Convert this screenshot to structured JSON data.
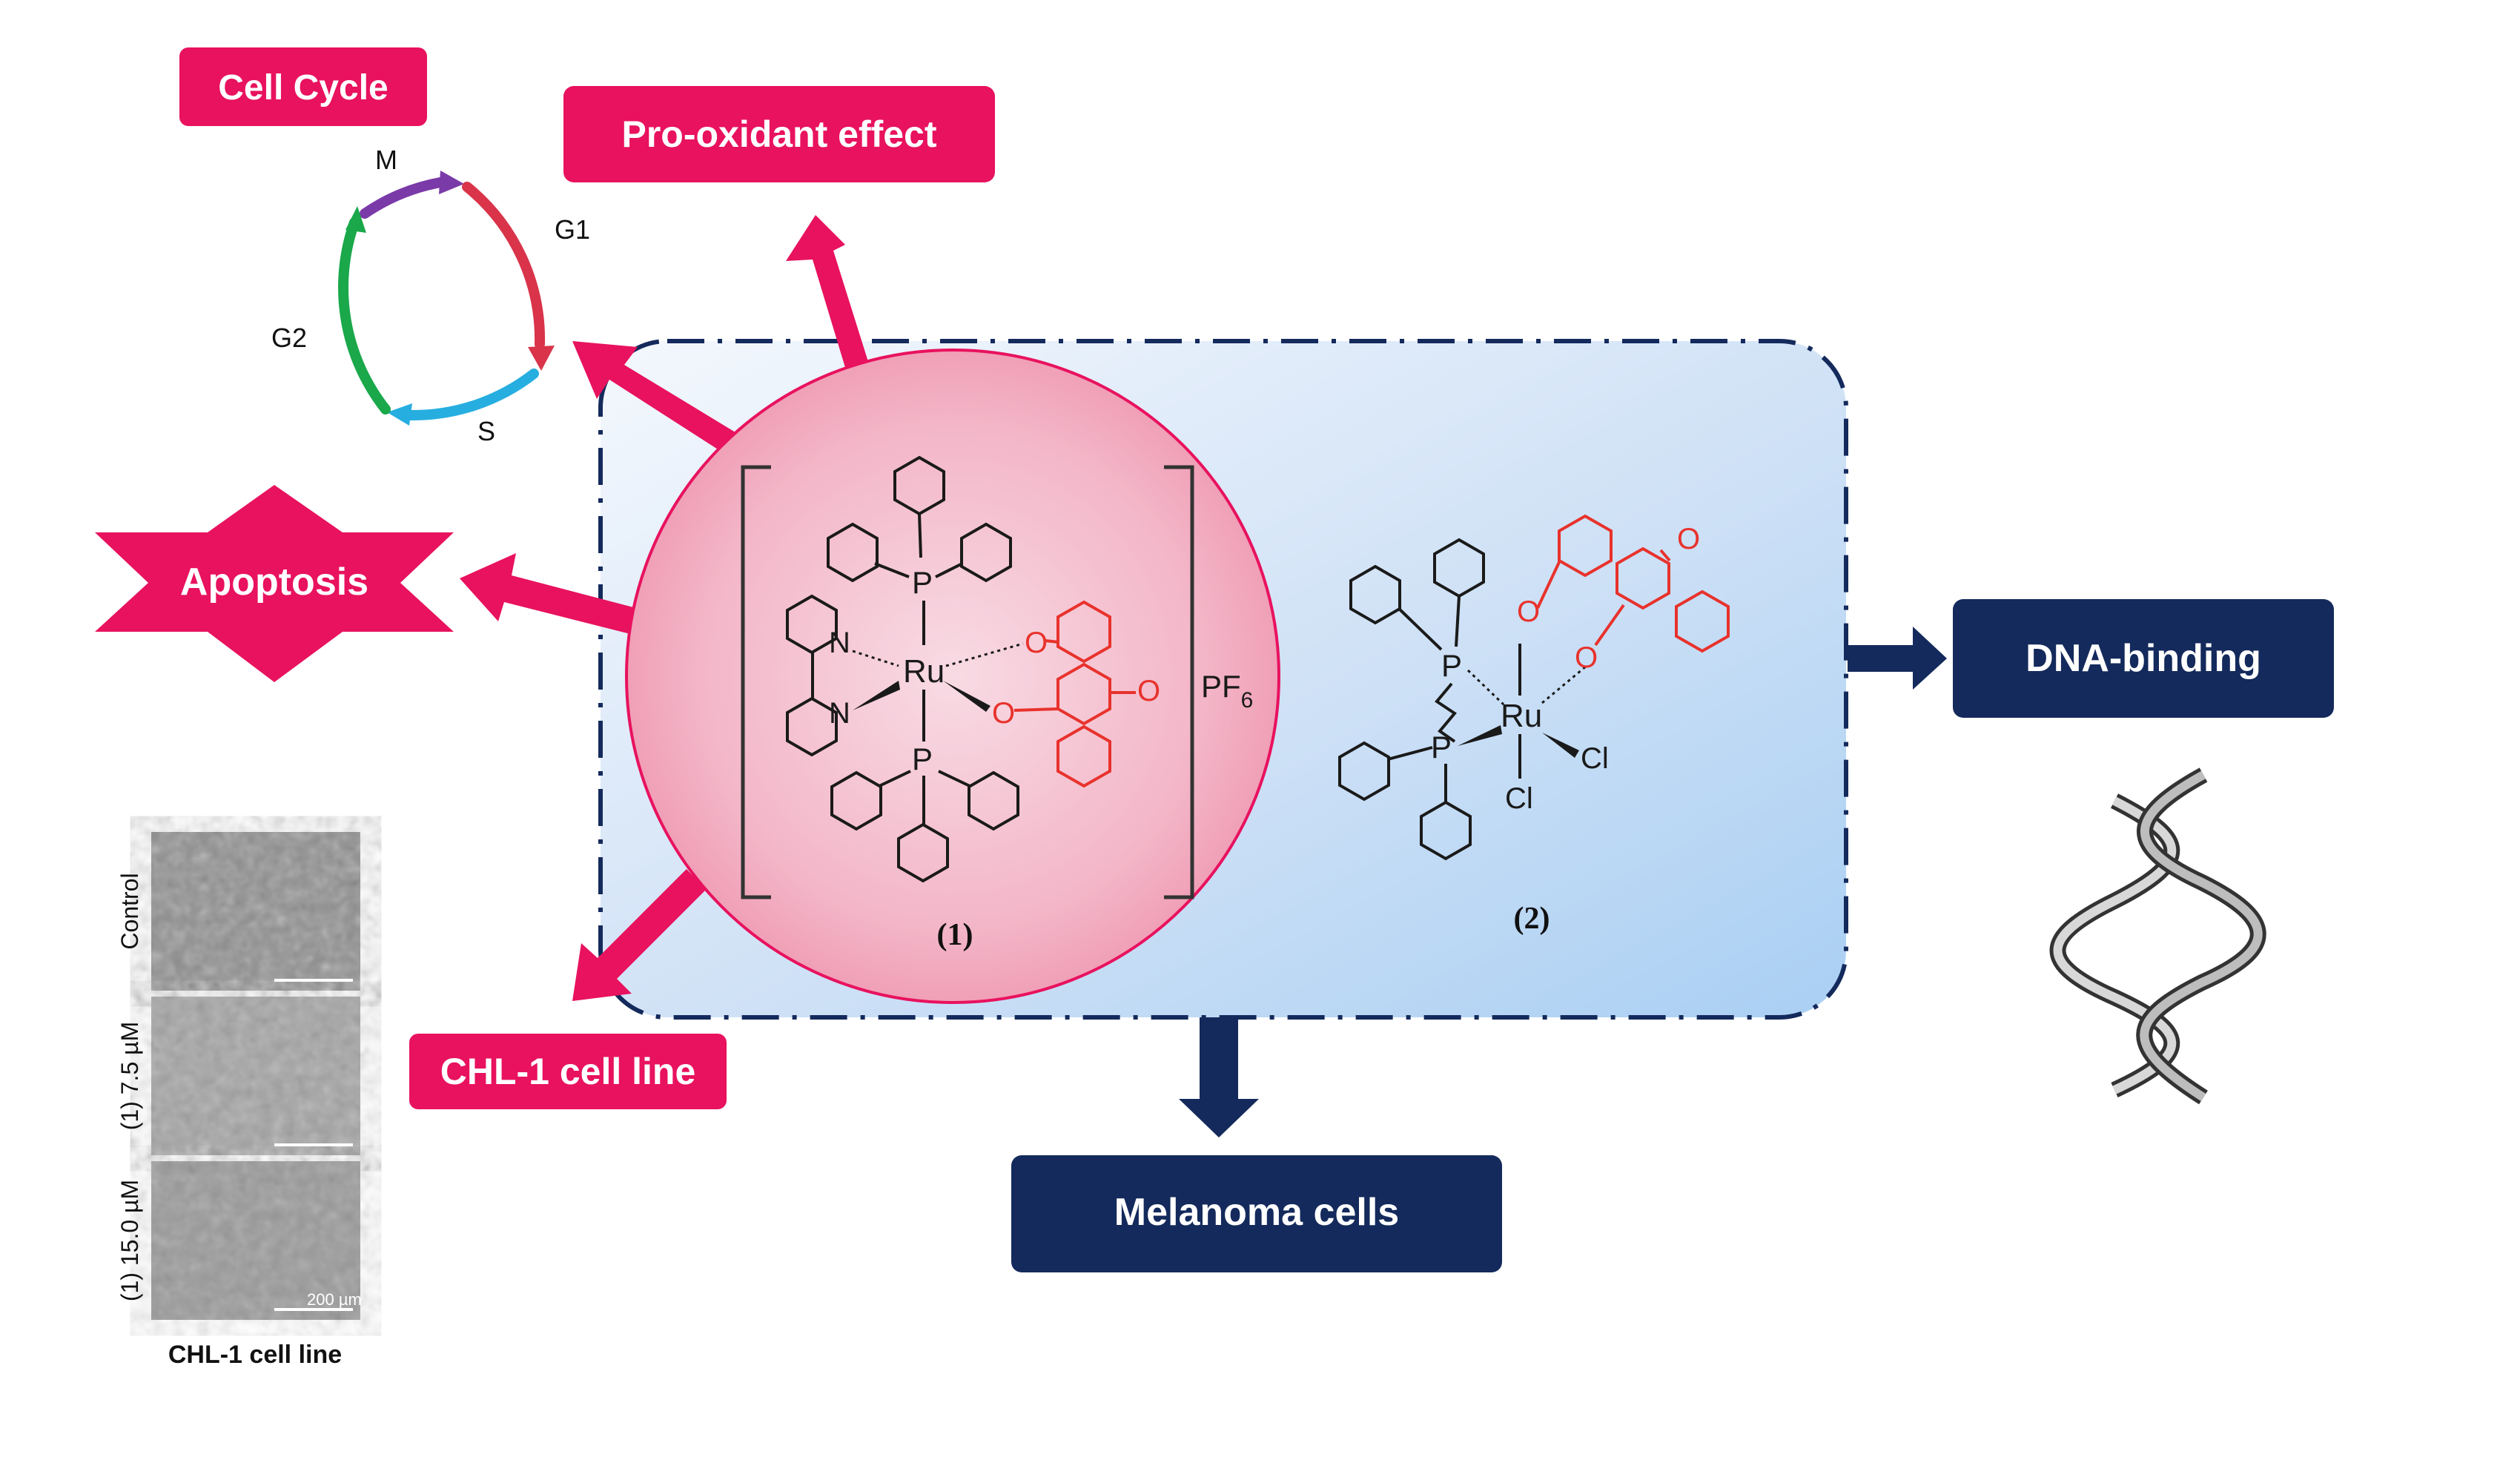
{
  "colors": {
    "pink": "#e8125e",
    "navy": "#142a5c",
    "red_ligand": "#e8322c",
    "phase_m": "#7a3aa8",
    "phase_g1": "#d9344a",
    "phase_s": "#27aee0",
    "phase_g2": "#1aa84a"
  },
  "effects": {
    "cell_cycle": "Cell Cycle",
    "pro_oxidant": "Pro-oxidant effect",
    "apoptosis": "Apoptosis",
    "chl1": "CHL-1 cell line"
  },
  "targets": {
    "dna": "DNA-binding",
    "melanoma": "Melanoma cells"
  },
  "cycle_phases": {
    "m": "M",
    "g1": "G1",
    "s": "S",
    "g2": "G2"
  },
  "complex1": {
    "label": "(1)",
    "metal": "Ru",
    "counterion": "PF",
    "counterion_sub": "6",
    "p_atom": "P",
    "n_atom": "N",
    "o_atom": "O"
  },
  "complex2": {
    "label": "(2)",
    "metal": "Ru",
    "p_atom": "P",
    "cl_atom": "Cl",
    "o_atom": "O"
  },
  "micrographs": {
    "caption": "CHL-1 cell line",
    "panels": [
      "Control",
      "(1) 7.5 µM",
      "(1) 15.0 µM"
    ],
    "scale_bar": "200 µm"
  }
}
